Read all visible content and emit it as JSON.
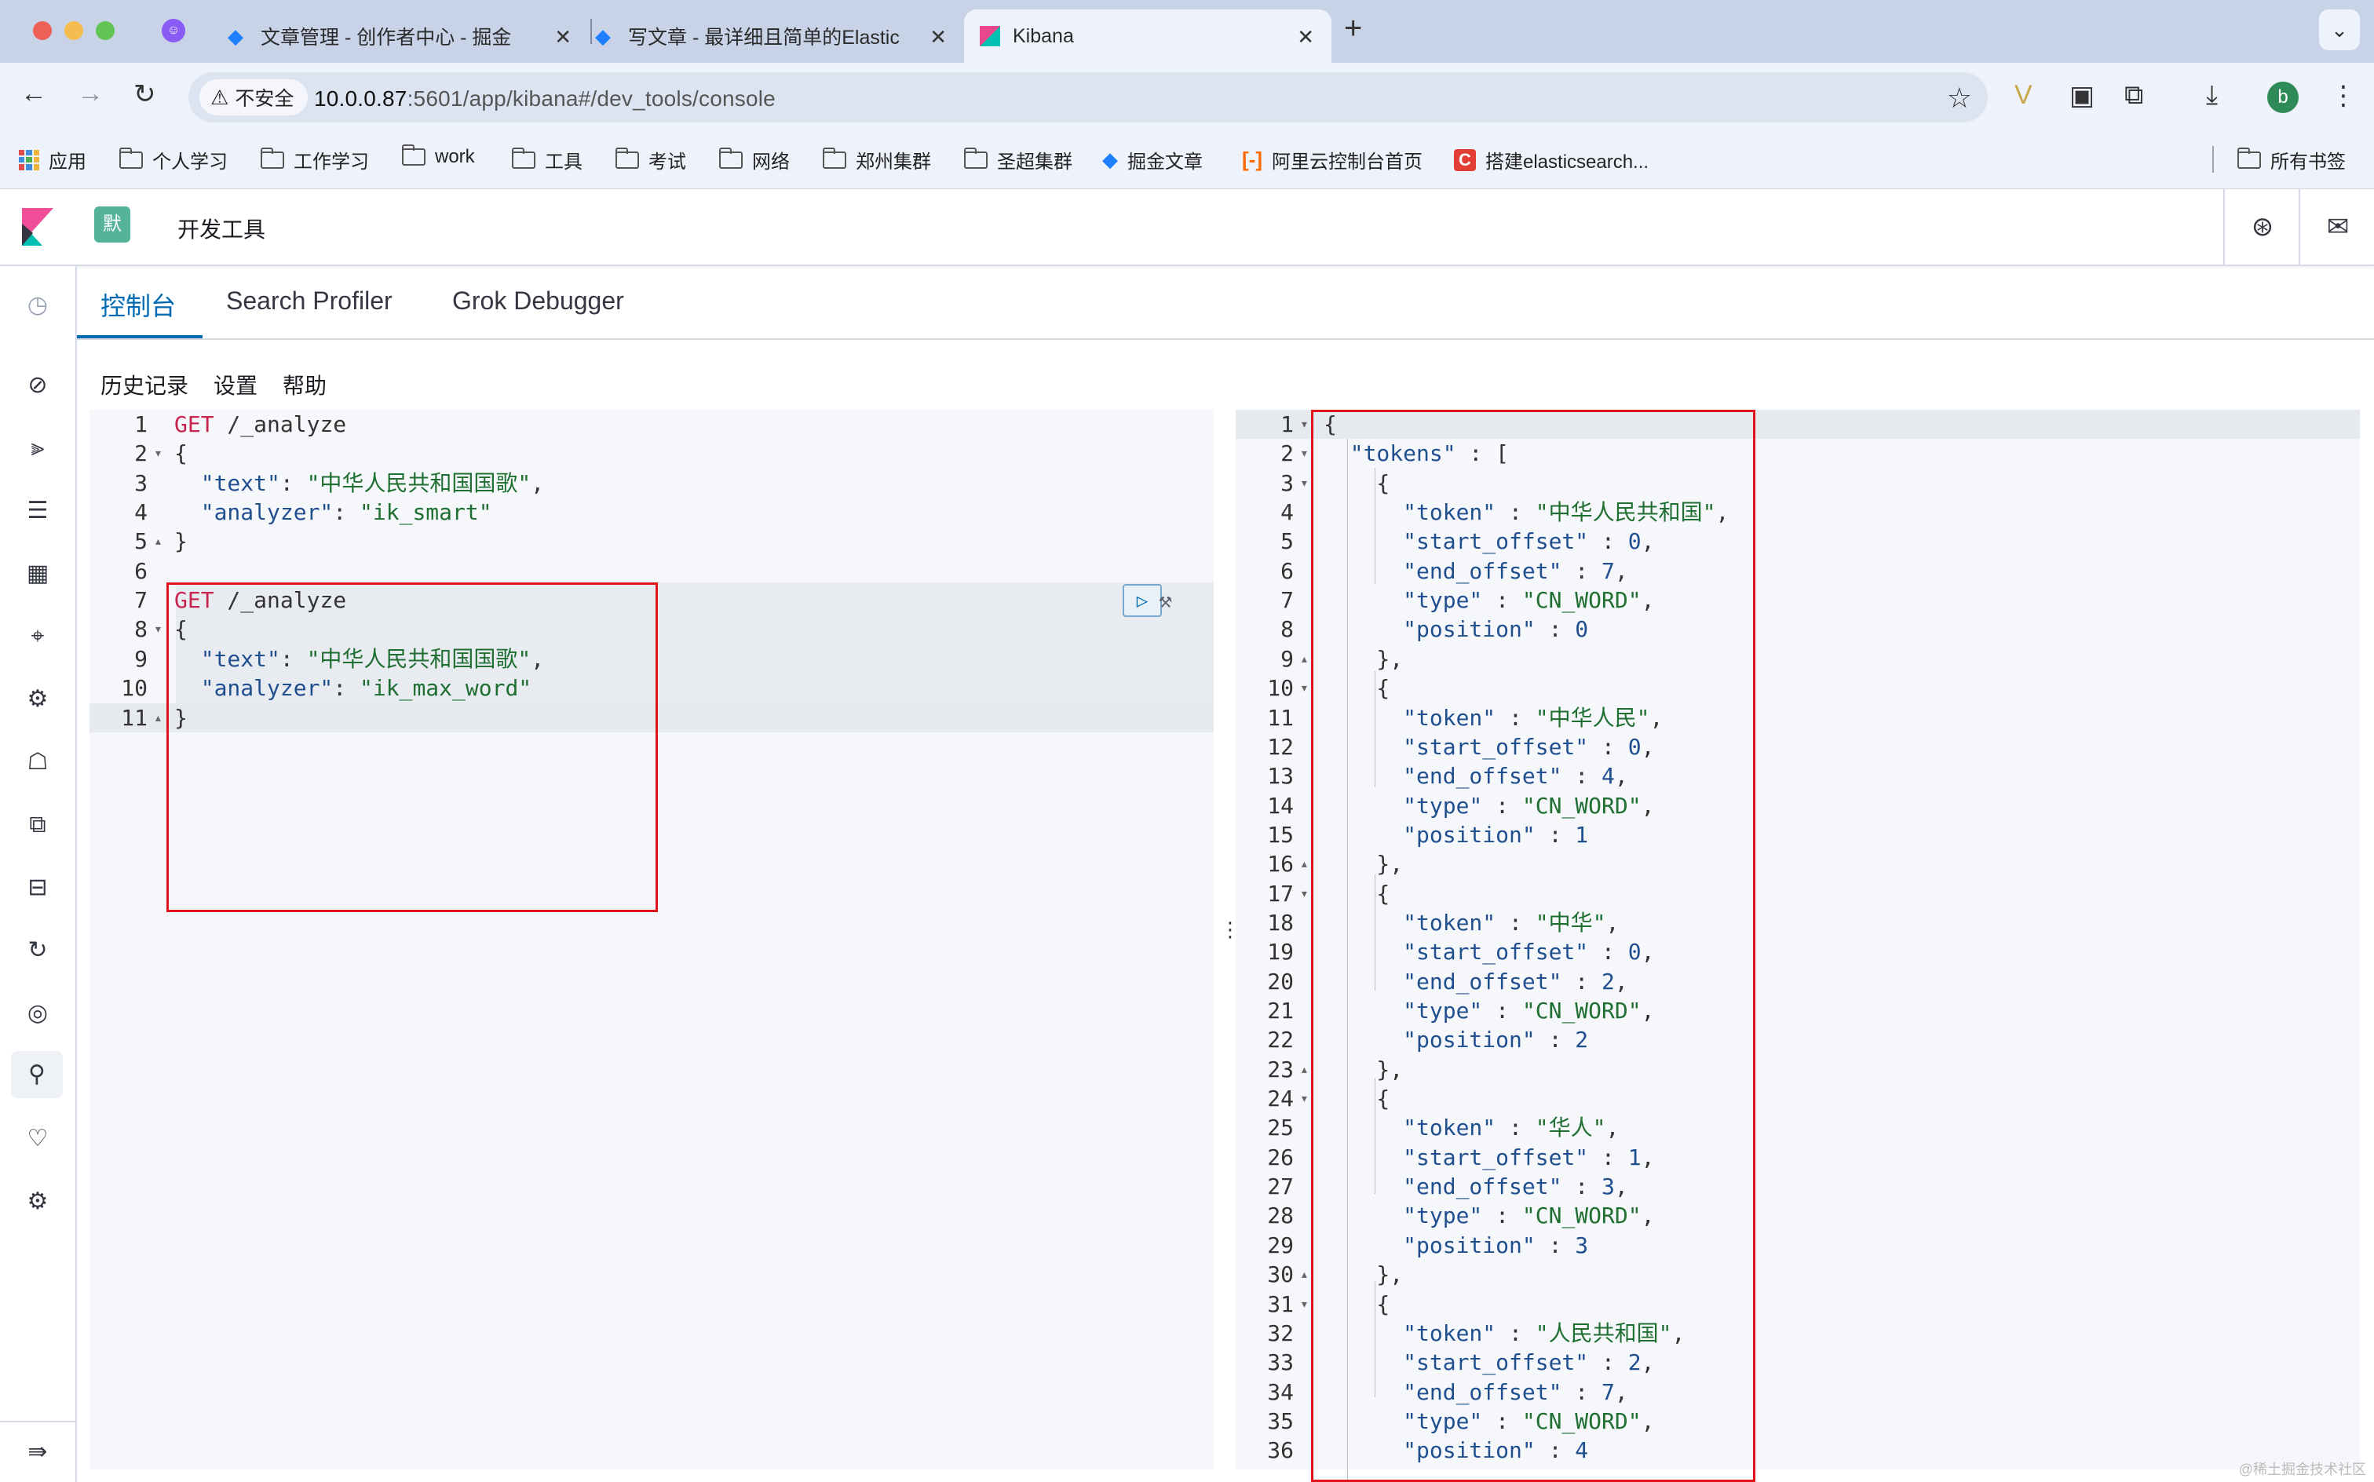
{
  "browser": {
    "tabs": [
      {
        "title": "文章管理 - 创作者中心 - 掘金",
        "icon": "juejin-icon"
      },
      {
        "title": "写文章 - 最详细且简单的Elastic",
        "icon": "juejin-icon"
      },
      {
        "title": "Kibana",
        "icon": "kibana-icon",
        "active": true
      }
    ],
    "insecure_label": "不安全",
    "url_host": "10.0.0.87",
    "url_path": ":5601/app/kibana#/dev_tools/console",
    "profile_initial": "b",
    "bookmarks": [
      {
        "label": "应用",
        "icon": "apps-icon"
      },
      {
        "label": "个人学习",
        "icon": "folder-icon"
      },
      {
        "label": "工作学习",
        "icon": "folder-icon"
      },
      {
        "label": "work",
        "icon": "folder-icon"
      },
      {
        "label": "工具",
        "icon": "folder-icon"
      },
      {
        "label": "考试",
        "icon": "folder-icon"
      },
      {
        "label": "网络",
        "icon": "folder-icon"
      },
      {
        "label": "郑州集群",
        "icon": "folder-icon"
      },
      {
        "label": "圣超集群",
        "icon": "folder-icon"
      },
      {
        "label": "掘金文章",
        "icon": "juejin-icon"
      },
      {
        "label": "阿里云控制台首页",
        "icon": "aliyun-icon"
      },
      {
        "label": "搭建elasticsearch...",
        "icon": "csdn-icon"
      }
    ],
    "all_bookmarks": "所有书签"
  },
  "kibana": {
    "space_initial": "默",
    "page_title": "开发工具",
    "tabs": [
      "控制台",
      "Search Profiler",
      "Grok Debugger"
    ],
    "menu": [
      "历史记录",
      "设置",
      "帮助"
    ]
  },
  "request_editor": {
    "lines": [
      {
        "n": "1",
        "fold": "",
        "segs": [
          [
            "req",
            "GET"
          ],
          [
            "path",
            " /_analyze"
          ]
        ]
      },
      {
        "n": "2",
        "fold": "▾",
        "segs": [
          [
            "path",
            "{"
          ]
        ]
      },
      {
        "n": "3",
        "fold": "",
        "segs": [
          [
            "key",
            "  \"text\""
          ],
          [
            "path",
            ": "
          ],
          [
            "str",
            "\"中华人民共和国国歌\""
          ],
          [
            "path",
            ","
          ]
        ]
      },
      {
        "n": "4",
        "fold": "",
        "segs": [
          [
            "key",
            "  \"analyzer\""
          ],
          [
            "path",
            ": "
          ],
          [
            "str",
            "\"ik_smart\""
          ]
        ]
      },
      {
        "n": "5",
        "fold": "▴",
        "segs": [
          [
            "path",
            "}"
          ]
        ]
      },
      {
        "n": "6",
        "fold": "",
        "segs": []
      },
      {
        "n": "7",
        "fold": "",
        "segs": [
          [
            "req",
            "GET"
          ],
          [
            "path",
            " /_analyze"
          ]
        ]
      },
      {
        "n": "8",
        "fold": "▾",
        "segs": [
          [
            "path",
            "{"
          ]
        ]
      },
      {
        "n": "9",
        "fold": "",
        "segs": [
          [
            "key",
            "  \"text\""
          ],
          [
            "path",
            ": "
          ],
          [
            "str",
            "\"中华人民共和国国歌\""
          ],
          [
            "path",
            ","
          ]
        ]
      },
      {
        "n": "10",
        "fold": "",
        "segs": [
          [
            "key",
            "  \"analyzer\""
          ],
          [
            "path",
            ": "
          ],
          [
            "str",
            "\"ik_max_word\""
          ]
        ]
      },
      {
        "n": "11",
        "fold": "▴",
        "segs": [
          [
            "path",
            "}"
          ]
        ]
      }
    ]
  },
  "response_editor": {
    "lines": [
      {
        "n": "1",
        "fold": "▾",
        "segs": [
          [
            "path",
            "{"
          ]
        ]
      },
      {
        "n": "2",
        "fold": "▾",
        "segs": [
          [
            "key",
            "  \"tokens\""
          ],
          [
            "path",
            " : ["
          ]
        ]
      },
      {
        "n": "3",
        "fold": "▾",
        "segs": [
          [
            "path",
            "    {"
          ]
        ]
      },
      {
        "n": "4",
        "fold": "",
        "segs": [
          [
            "key",
            "      \"token\""
          ],
          [
            "path",
            " : "
          ],
          [
            "str",
            "\"中华人民共和国\""
          ],
          [
            "path",
            ","
          ]
        ]
      },
      {
        "n": "5",
        "fold": "",
        "segs": [
          [
            "key",
            "      \"start_offset\""
          ],
          [
            "path",
            " : "
          ],
          [
            "num",
            "0"
          ],
          [
            "path",
            ","
          ]
        ]
      },
      {
        "n": "6",
        "fold": "",
        "segs": [
          [
            "key",
            "      \"end_offset\""
          ],
          [
            "path",
            " : "
          ],
          [
            "num",
            "7"
          ],
          [
            "path",
            ","
          ]
        ]
      },
      {
        "n": "7",
        "fold": "",
        "segs": [
          [
            "key",
            "      \"type\""
          ],
          [
            "path",
            " : "
          ],
          [
            "str",
            "\"CN_WORD\""
          ],
          [
            "path",
            ","
          ]
        ]
      },
      {
        "n": "8",
        "fold": "",
        "segs": [
          [
            "key",
            "      \"position\""
          ],
          [
            "path",
            " : "
          ],
          [
            "num",
            "0"
          ]
        ]
      },
      {
        "n": "9",
        "fold": "▴",
        "segs": [
          [
            "path",
            "    },"
          ]
        ]
      },
      {
        "n": "10",
        "fold": "▾",
        "segs": [
          [
            "path",
            "    {"
          ]
        ]
      },
      {
        "n": "11",
        "fold": "",
        "segs": [
          [
            "key",
            "      \"token\""
          ],
          [
            "path",
            " : "
          ],
          [
            "str",
            "\"中华人民\""
          ],
          [
            "path",
            ","
          ]
        ]
      },
      {
        "n": "12",
        "fold": "",
        "segs": [
          [
            "key",
            "      \"start_offset\""
          ],
          [
            "path",
            " : "
          ],
          [
            "num",
            "0"
          ],
          [
            "path",
            ","
          ]
        ]
      },
      {
        "n": "13",
        "fold": "",
        "segs": [
          [
            "key",
            "      \"end_offset\""
          ],
          [
            "path",
            " : "
          ],
          [
            "num",
            "4"
          ],
          [
            "path",
            ","
          ]
        ]
      },
      {
        "n": "14",
        "fold": "",
        "segs": [
          [
            "key",
            "      \"type\""
          ],
          [
            "path",
            " : "
          ],
          [
            "str",
            "\"CN_WORD\""
          ],
          [
            "path",
            ","
          ]
        ]
      },
      {
        "n": "15",
        "fold": "",
        "segs": [
          [
            "key",
            "      \"position\""
          ],
          [
            "path",
            " : "
          ],
          [
            "num",
            "1"
          ]
        ]
      },
      {
        "n": "16",
        "fold": "▴",
        "segs": [
          [
            "path",
            "    },"
          ]
        ]
      },
      {
        "n": "17",
        "fold": "▾",
        "segs": [
          [
            "path",
            "    {"
          ]
        ]
      },
      {
        "n": "18",
        "fold": "",
        "segs": [
          [
            "key",
            "      \"token\""
          ],
          [
            "path",
            " : "
          ],
          [
            "str",
            "\"中华\""
          ],
          [
            "path",
            ","
          ]
        ]
      },
      {
        "n": "19",
        "fold": "",
        "segs": [
          [
            "key",
            "      \"start_offset\""
          ],
          [
            "path",
            " : "
          ],
          [
            "num",
            "0"
          ],
          [
            "path",
            ","
          ]
        ]
      },
      {
        "n": "20",
        "fold": "",
        "segs": [
          [
            "key",
            "      \"end_offset\""
          ],
          [
            "path",
            " : "
          ],
          [
            "num",
            "2"
          ],
          [
            "path",
            ","
          ]
        ]
      },
      {
        "n": "21",
        "fold": "",
        "segs": [
          [
            "key",
            "      \"type\""
          ],
          [
            "path",
            " : "
          ],
          [
            "str",
            "\"CN_WORD\""
          ],
          [
            "path",
            ","
          ]
        ]
      },
      {
        "n": "22",
        "fold": "",
        "segs": [
          [
            "key",
            "      \"position\""
          ],
          [
            "path",
            " : "
          ],
          [
            "num",
            "2"
          ]
        ]
      },
      {
        "n": "23",
        "fold": "▴",
        "segs": [
          [
            "path",
            "    },"
          ]
        ]
      },
      {
        "n": "24",
        "fold": "▾",
        "segs": [
          [
            "path",
            "    {"
          ]
        ]
      },
      {
        "n": "25",
        "fold": "",
        "segs": [
          [
            "key",
            "      \"token\""
          ],
          [
            "path",
            " : "
          ],
          [
            "str",
            "\"华人\""
          ],
          [
            "path",
            ","
          ]
        ]
      },
      {
        "n": "26",
        "fold": "",
        "segs": [
          [
            "key",
            "      \"start_offset\""
          ],
          [
            "path",
            " : "
          ],
          [
            "num",
            "1"
          ],
          [
            "path",
            ","
          ]
        ]
      },
      {
        "n": "27",
        "fold": "",
        "segs": [
          [
            "key",
            "      \"end_offset\""
          ],
          [
            "path",
            " : "
          ],
          [
            "num",
            "3"
          ],
          [
            "path",
            ","
          ]
        ]
      },
      {
        "n": "28",
        "fold": "",
        "segs": [
          [
            "key",
            "      \"type\""
          ],
          [
            "path",
            " : "
          ],
          [
            "str",
            "\"CN_WORD\""
          ],
          [
            "path",
            ","
          ]
        ]
      },
      {
        "n": "29",
        "fold": "",
        "segs": [
          [
            "key",
            "      \"position\""
          ],
          [
            "path",
            " : "
          ],
          [
            "num",
            "3"
          ]
        ]
      },
      {
        "n": "30",
        "fold": "▴",
        "segs": [
          [
            "path",
            "    },"
          ]
        ]
      },
      {
        "n": "31",
        "fold": "▾",
        "segs": [
          [
            "path",
            "    {"
          ]
        ]
      },
      {
        "n": "32",
        "fold": "",
        "segs": [
          [
            "key",
            "      \"token\""
          ],
          [
            "path",
            " : "
          ],
          [
            "str",
            "\"人民共和国\""
          ],
          [
            "path",
            ","
          ]
        ]
      },
      {
        "n": "33",
        "fold": "",
        "segs": [
          [
            "key",
            "      \"start_offset\""
          ],
          [
            "path",
            " : "
          ],
          [
            "num",
            "2"
          ],
          [
            "path",
            ","
          ]
        ]
      },
      {
        "n": "34",
        "fold": "",
        "segs": [
          [
            "key",
            "      \"end_offset\""
          ],
          [
            "path",
            " : "
          ],
          [
            "num",
            "7"
          ],
          [
            "path",
            ","
          ]
        ]
      },
      {
        "n": "35",
        "fold": "",
        "segs": [
          [
            "key",
            "      \"type\""
          ],
          [
            "path",
            " : "
          ],
          [
            "str",
            "\"CN_WORD\""
          ],
          [
            "path",
            ","
          ]
        ]
      },
      {
        "n": "36",
        "fold": "",
        "segs": [
          [
            "key",
            "      \"position\""
          ],
          [
            "path",
            " : "
          ],
          [
            "num",
            "4"
          ]
        ]
      }
    ]
  },
  "watermark": "@稀土掘金技术社区"
}
